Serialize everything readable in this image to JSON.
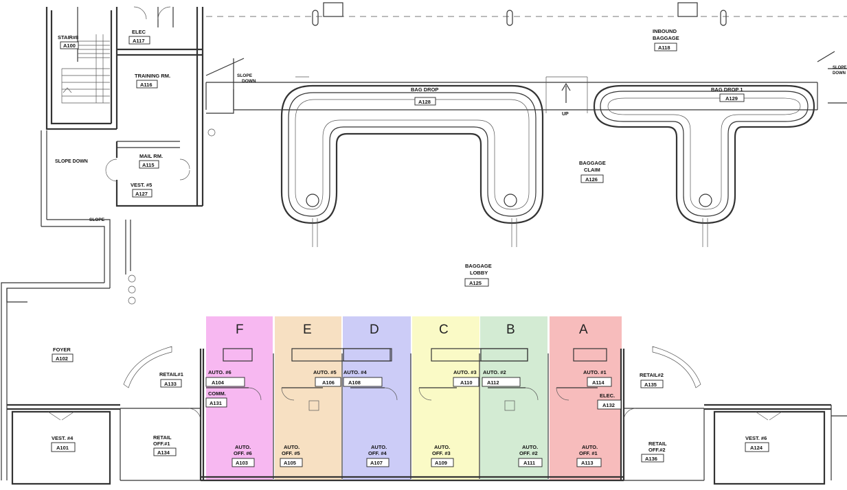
{
  "zones": [
    {
      "letter": "F",
      "color": "#f7b8f1"
    },
    {
      "letter": "E",
      "color": "#f7e0c2"
    },
    {
      "letter": "D",
      "color": "#ccccf7"
    },
    {
      "letter": "C",
      "color": "#fafac6"
    },
    {
      "letter": "B",
      "color": "#d3ebd3"
    },
    {
      "letter": "A",
      "color": "#f7bcbc"
    }
  ],
  "rooms": {
    "stairs": {
      "name": "STAIR#8",
      "num": "A100"
    },
    "elec_top": {
      "name": "ELEC",
      "num": "A117"
    },
    "training": {
      "name": "TRAINING RM.",
      "num": "A116"
    },
    "mail": {
      "name": "MAIL RM.",
      "num": "A115"
    },
    "vest5": {
      "name": "VEST. #5",
      "num": "A127"
    },
    "bag_drop": {
      "name": "BAG DROP",
      "num": "A128"
    },
    "bag_drop1": {
      "name": "BAG DROP 1",
      "num": "A129"
    },
    "inbound": {
      "line1": "INBOUND",
      "line2": "BAGGAGE",
      "num": "A118"
    },
    "claim": {
      "line1": "BAGGAGE",
      "line2": "CLAIM",
      "num": "A126"
    },
    "lobby": {
      "line1": "BAGGAGE",
      "line2": "LOBBY",
      "num": "A125"
    },
    "foyer": {
      "name": "FOYER",
      "num": "A102"
    },
    "retail1": {
      "name": "RETAIL#1",
      "num": "A133"
    },
    "retail2": {
      "name": "RETAIL#2",
      "num": "A135"
    },
    "retail_off1": {
      "line1": "RETAIL",
      "line2": "OFF.#1",
      "num": "A134"
    },
    "retail_off2": {
      "line1": "RETAIL",
      "line2": "OFF.#2",
      "num": "A136"
    },
    "vest4": {
      "name": "VEST. #4",
      "num": "A101"
    },
    "vest6": {
      "name": "VEST. #6",
      "num": "A124"
    },
    "auto6": {
      "name": "AUTO. #6",
      "num": "A104"
    },
    "comm": {
      "name": "COMM.",
      "num": "A131"
    },
    "auto5": {
      "name": "AUTO. #5",
      "num": "A106"
    },
    "auto4": {
      "name": "AUTO. #4",
      "num": "A108"
    },
    "auto3": {
      "name": "AUTO. #3",
      "num": "A110"
    },
    "auto2": {
      "name": "AUTO. #2",
      "num": "A112"
    },
    "auto1": {
      "name": "AUTO. #1",
      "num": "A114"
    },
    "elec_bot": {
      "name": "ELEC.",
      "num": "A132"
    },
    "off6": {
      "line1": "AUTO.",
      "line2": "OFF. #6",
      "num": "A103"
    },
    "off5": {
      "line1": "AUTO.",
      "line2": "OFF. #5",
      "num": "A105"
    },
    "off4": {
      "line1": "AUTO.",
      "line2": "OFF. #4",
      "num": "A107"
    },
    "off3": {
      "line1": "AUTO.",
      "line2": "OFF. #3",
      "num": "A109"
    },
    "off2": {
      "line1": "AUTO.",
      "line2": "OFF. #2",
      "num": "A111"
    },
    "off1": {
      "line1": "AUTO.",
      "line2": "OFF. #1",
      "num": "A113"
    }
  },
  "annotations": {
    "slope_down": "SLOPE DOWN",
    "slope_down_top_line1": "SLOPE",
    "slope_down_top_line2": "DOWN",
    "slope": "SLOPE",
    "up": "UP",
    "slope_down_right_line1": "SLOPE",
    "slope_down_right_line2": "DOWN"
  }
}
